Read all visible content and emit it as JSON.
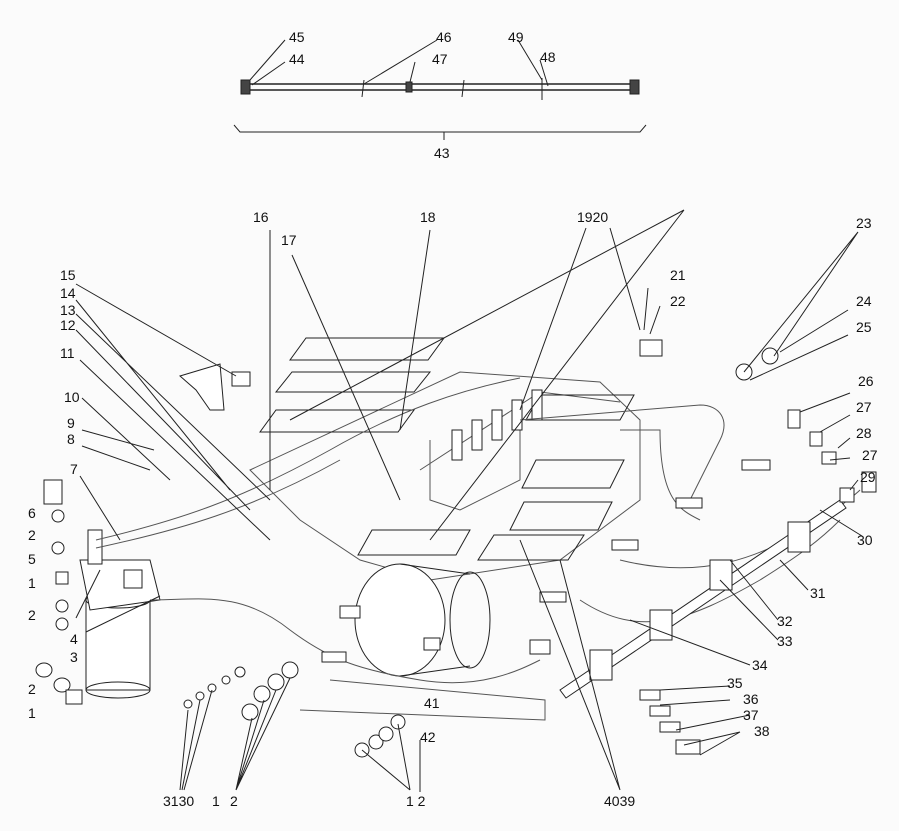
{
  "callouts": [
    "45",
    "44",
    "46",
    "47",
    "49",
    "48",
    "43",
    "16",
    "18",
    "17",
    "1920",
    "23",
    "21",
    "22",
    "24",
    "25",
    "15",
    "14",
    "13",
    "12",
    "11",
    "26",
    "27",
    "28",
    "27",
    "29",
    "10",
    "9",
    "8",
    "30",
    "7",
    "6",
    "2",
    "5",
    "1",
    "31",
    "2",
    "4",
    "32",
    "33",
    "3",
    "34",
    "2",
    "35",
    "1",
    "36",
    "41",
    "37",
    "38",
    "42",
    "3130",
    "1",
    "2",
    "1 2",
    "4039"
  ]
}
